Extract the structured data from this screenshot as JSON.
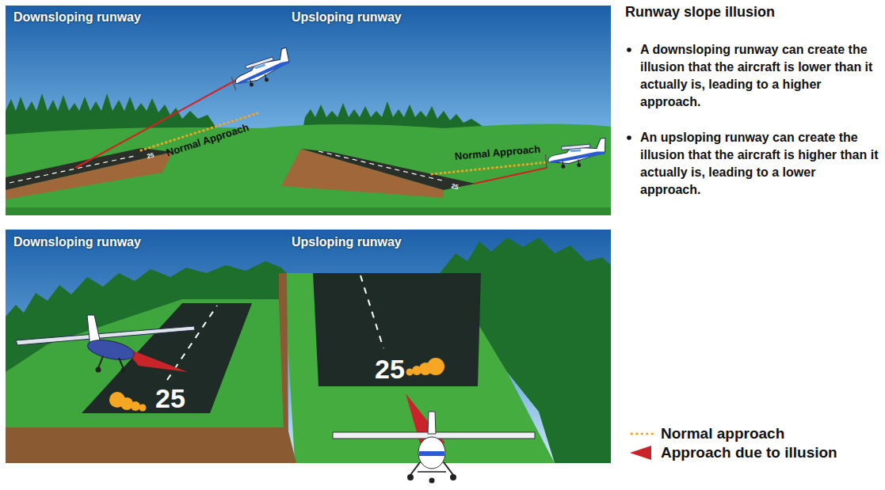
{
  "diagram": {
    "title": "Runway slope illusion",
    "labels": [
      "Downsloping runway",
      "Upsloping runway",
      "Normal Approach",
      "Normal Approach",
      "25",
      "25",
      "A downsloping runway can create the illusion that the aircraft is lower than it actually is, leading to a higher approach.",
      "An upsloping runway can create the illusion that the aircraft is higher than it actually is, leading to a lower approach.",
      "Downsloping runway",
      "Upsloping runway",
      "25",
      "25"
    ],
    "legend": [
      {
        "text": "Normal approach"
      },
      {
        "text": "Approach due to illusion"
      }
    ]
  }
}
